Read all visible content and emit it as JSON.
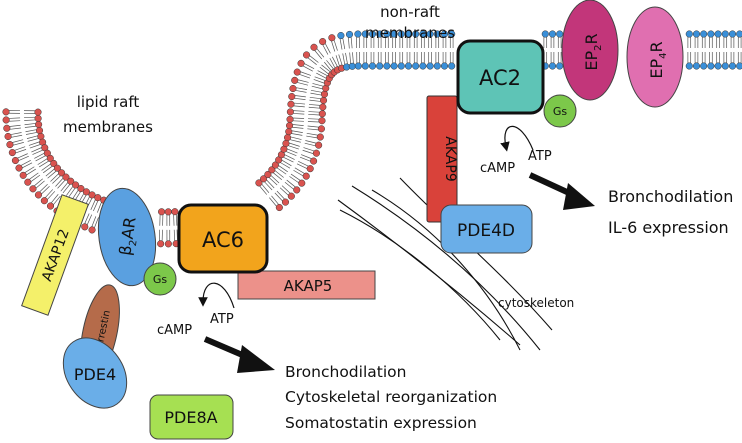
{
  "labels": {
    "non_raft_line1": "non-raft",
    "non_raft_line2": "membranes",
    "lipid_raft_line1": "lipid raft",
    "lipid_raft_line2": "membranes",
    "cytoskeleton": "cytoskeleton"
  },
  "proteins": {
    "ac2": "AC2",
    "ac6": "AC6",
    "ep2r": "EP",
    "ep2r_sub": "2",
    "ep2r_end": "R",
    "ep4r": "EP",
    "ep4r_sub": "4",
    "ep4r_end": "R",
    "b2ar": "β",
    "b2ar_sub": "2",
    "b2ar_end": "AR",
    "gs_right": "Gs",
    "gs_left": "Gs",
    "akap9": "AKAP9",
    "akap5": "AKAP5",
    "akap12": "AKAP12",
    "beta_arrestin": "β-arrestin",
    "pde4d": "PDE4D",
    "pde4": "PDE4",
    "pde8a": "PDE8A"
  },
  "reactions": {
    "right_camp": "cAMP",
    "right_atp": "ATP",
    "left_camp": "cAMP",
    "left_atp": "ATP"
  },
  "effects": {
    "right": [
      "Bronchodilation",
      "IL-6 expression"
    ],
    "left": [
      "Bronchodilation",
      "Cytoskeletal reorganization",
      "Somatostatin expression"
    ]
  },
  "colors": {
    "raft_head": "#d9534f",
    "nonraft_head": "#3a8fd8",
    "ac2": "#5ec4b6",
    "ac6": "#f2a41c",
    "ep2r": "#c2367a",
    "ep4r": "#e06fb0",
    "b2ar": "#5aa0e0",
    "gs": "#7cc84a",
    "akap9": "#d9423a",
    "akap5": "#ec918a",
    "akap12": "#f4f06a",
    "beta_arrestin": "#b56b4a",
    "pde4": "#6aaee8",
    "pde8a": "#a6e052"
  }
}
